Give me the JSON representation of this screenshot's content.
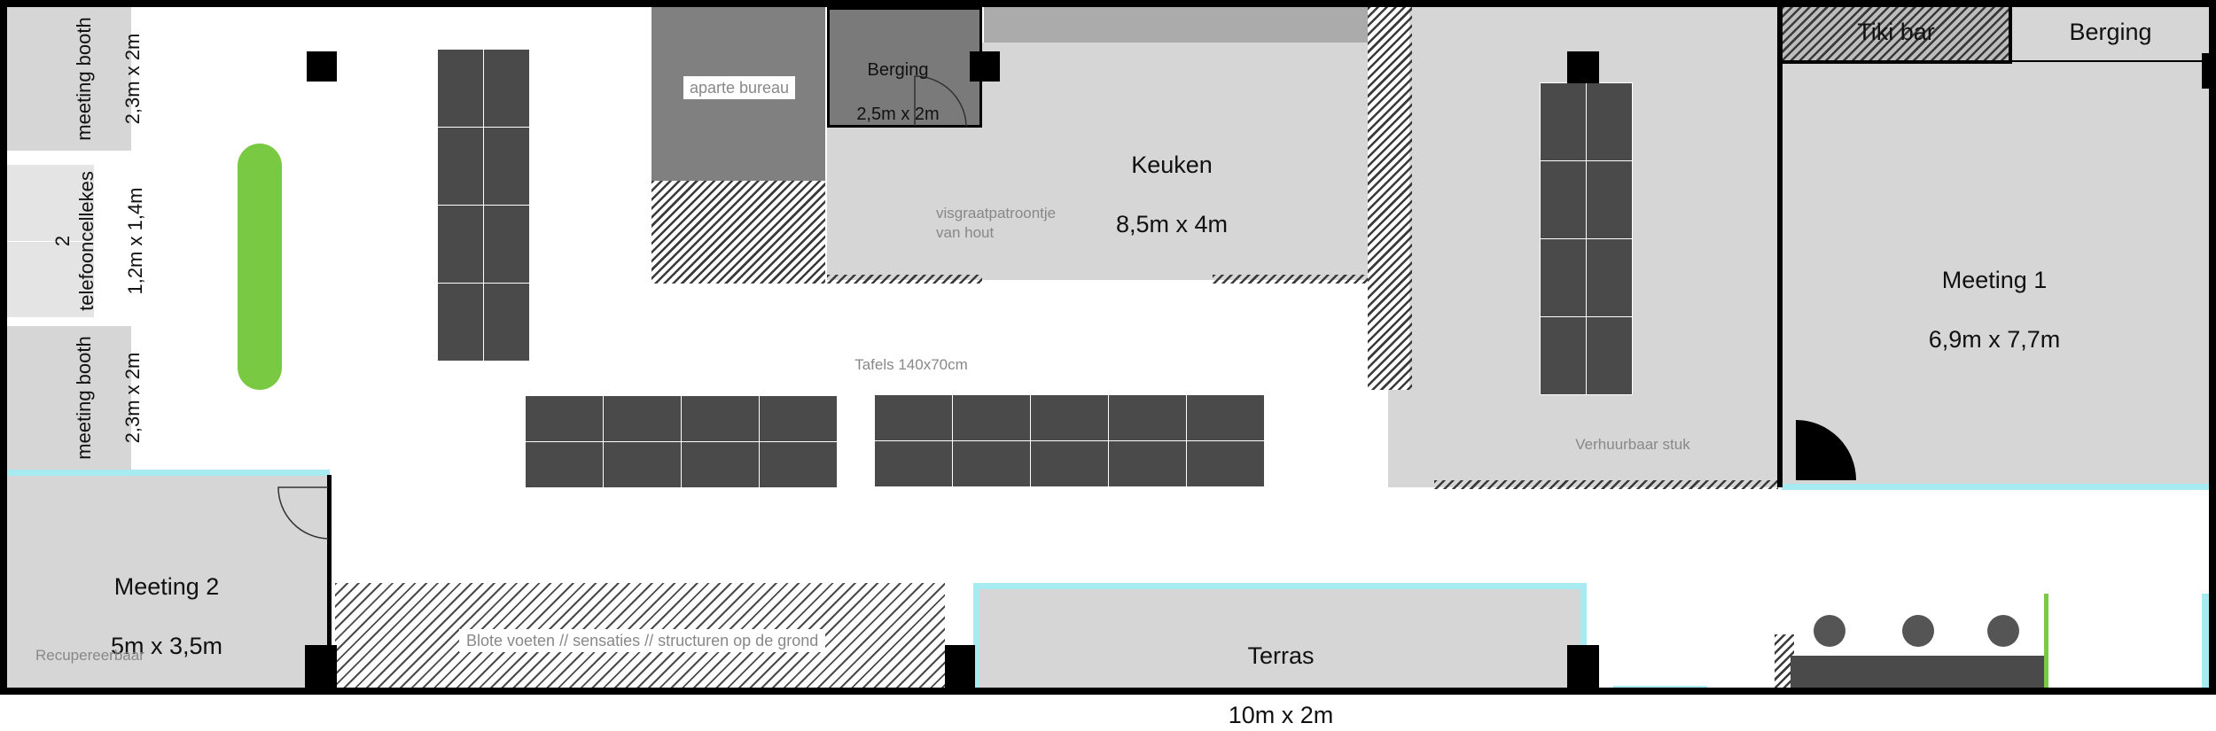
{
  "rooms": {
    "meeting_booth_top": {
      "name": "meeting booth",
      "size": "2,3m x 2m"
    },
    "telefooncellekes": {
      "name": "2 telefooncellekes",
      "size": "1,2m x 1,4m"
    },
    "meeting_booth_bottom": {
      "name": "meeting booth",
      "size": "2,3m x 2m"
    },
    "aparte_bureau": {
      "name": "aparte bureau"
    },
    "berging_small": {
      "name": "Berging",
      "size": "2,5m x 2m"
    },
    "keuken": {
      "name": "Keuken",
      "size": "8,5m x 4m"
    },
    "visgraat": {
      "text": "visgraatpatroontje\nvan hout"
    },
    "tiki_bar": {
      "name": "Tiki bar"
    },
    "berging_right": {
      "name": "Berging"
    },
    "meeting1": {
      "name": "Meeting 1",
      "size": "6,9m x 7,7m"
    },
    "verhuurbaar": {
      "text": "Verhuurbaar stuk"
    },
    "tafels": {
      "text": "Tafels 140x70cm"
    },
    "meeting2": {
      "name": "Meeting 2",
      "size": "5m x 3,5m"
    },
    "recupereerbaar": {
      "text": "Recupereerbaar"
    },
    "blote_voeten": {
      "text": "Blote voeten // sensaties // structuren op de grond"
    },
    "terras": {
      "name": "Terras",
      "size": "10m x 2m"
    }
  },
  "colors": {
    "room_fill": "#d6d6d6",
    "dark_room": "#808080",
    "table": "#4a4a4a",
    "green_element": "#7ac943",
    "glass": "#a7eaf2"
  }
}
